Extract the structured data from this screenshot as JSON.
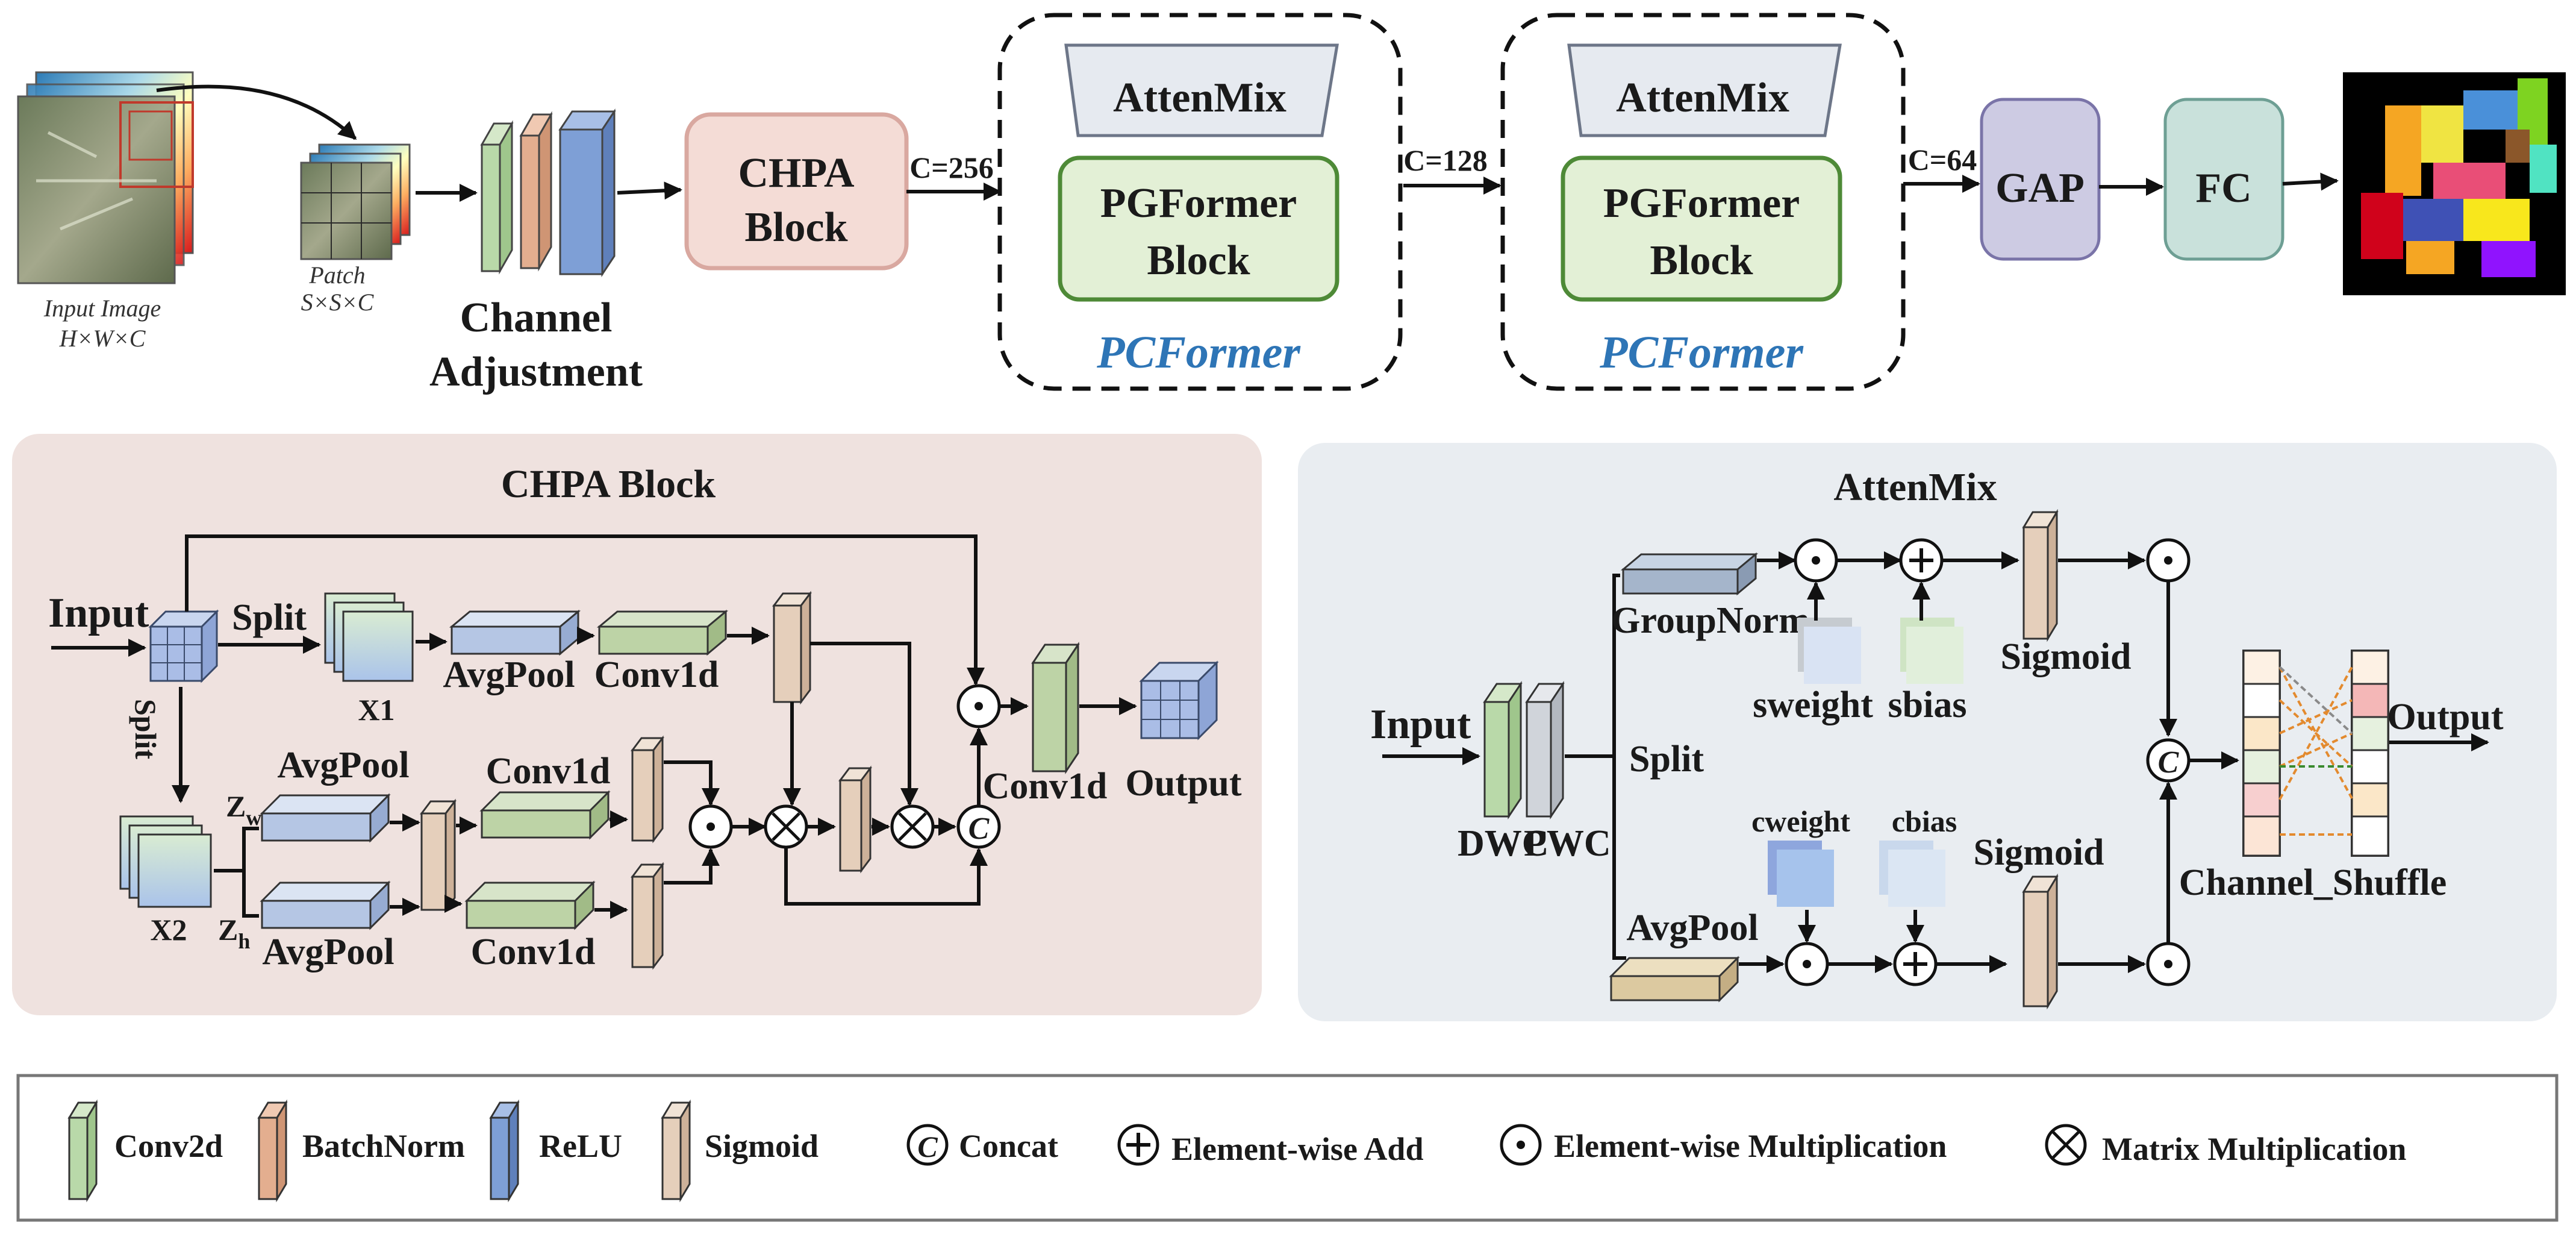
{
  "top": {
    "input_image_label": "Input Image",
    "input_image_dims": "H×W×C",
    "patch_label": "Patch",
    "patch_dims": "S×S×C",
    "channel_adj_line1": "Channel",
    "channel_adj_line2": "Adjustment",
    "chpa_line1": "CHPA",
    "chpa_line2": "Block",
    "c256": "C=256",
    "c128": "C=128",
    "c64": "C=64",
    "pcformer1": {
      "attenmix": "AttenMix",
      "pg_line1": "PGFormer",
      "pg_line2": "Block",
      "name": "PCFormer"
    },
    "pcformer2": {
      "attenmix": "AttenMix",
      "pg_line1": "PGFormer",
      "pg_line2": "Block",
      "name": "PCFormer"
    },
    "gap": "GAP",
    "fc": "FC"
  },
  "chpa": {
    "title": "CHPA Block",
    "input": "Input",
    "split_h": "Split",
    "split_v": "Split",
    "x1": "X1",
    "x2": "X2",
    "avgpool_top": "AvgPool",
    "conv1d_top": "Conv1d",
    "avgpool_w": "AvgPool",
    "avgpool_h": "AvgPool",
    "conv1d_w": "Conv1d",
    "conv1d_h": "Conv1d",
    "zw": "Z",
    "zw_sub": "w",
    "zh": "Z",
    "zh_sub": "h",
    "conv1d_out": "Conv1d",
    "output": "Output"
  },
  "attenmix": {
    "title": "AttenMix",
    "input": "Input",
    "dwc": "DWC",
    "pwc": "PWC",
    "split": "Split",
    "groupnorm": "GroupNorm",
    "sweight": "sweight",
    "sbias": "sbias",
    "sigmoid_top": "Sigmoid",
    "cweight": "cweight",
    "cbias": "cbias",
    "sigmoid_bottom": "Sigmoid",
    "avgpool": "AvgPool",
    "channel_shuffle": "Channel_Shuffle",
    "output": "Output"
  },
  "legend": {
    "conv2d": "Conv2d",
    "batchnorm": "BatchNorm",
    "relu": "ReLU",
    "sigmoid": "Sigmoid",
    "concat": "Concat",
    "add": "Element-wise Add",
    "mult": "Element-wise Multiplication",
    "matmul": "Matrix Multiplication"
  },
  "colors": {
    "conv2d": "#b9d9a9",
    "batchnorm": "#e3ae8f",
    "relu": "#7e9fd6",
    "sigmoid": "#e5cfbb",
    "chpa_panel": "#efe2df",
    "attenmix_panel": "#e9edf1",
    "chpa_block_fill": "#f4dcd6",
    "chpa_block_stroke": "#d9a8a0",
    "pg_fill": "#e3f0d6",
    "pg_stroke": "#4e8a37",
    "attenmix_fill": "#e6eaf0",
    "gap_fill": "#cdcbe3",
    "fc_fill": "#c9e1db",
    "pcformer_text": "#2e75b6"
  }
}
